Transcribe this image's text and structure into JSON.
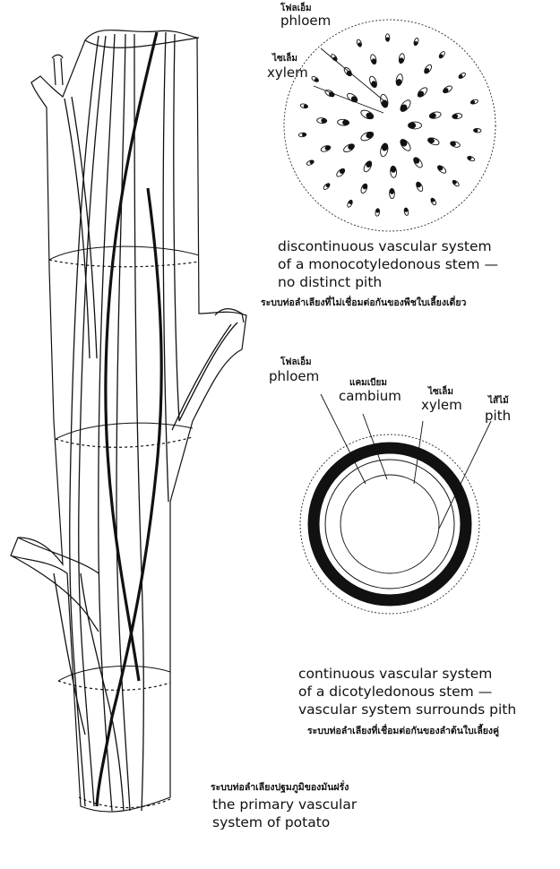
{
  "mono": {
    "phloem_th": "โฟลเอ็ม",
    "phloem": "phloem",
    "xylem_th": "ไซเล็ม",
    "xylem": "xylem",
    "caption": [
      "discontinuous vascular system",
      "of a monocotyledonous stem —",
      "no distinct pith"
    ],
    "caption_th": "ระบบท่อลำเลียงที่ไม่เชื่อมต่อกันของพืชใบเลี้ยงเดี่ยว"
  },
  "dicot": {
    "phloem_th": "โฟลเอ็ม",
    "phloem": "phloem",
    "cambium_th": "แคมเบียม",
    "cambium": "cambium",
    "xylem_th": "ไซเล็ม",
    "xylem": "xylem",
    "pith_th": "ไส้ไม้",
    "pith": "pith",
    "caption": [
      "continuous vascular system",
      "of a dicotyledonous stem —",
      "vascular system surrounds pith"
    ],
    "caption_th": "ระบบท่อลำเลียงที่เชื่อมต่อกันของลำต้นใบเลี้ยงคู่"
  },
  "potato": {
    "caption_th": "ระบบท่อลำเลียงปฐมภูมิของมันฝรั่ง",
    "caption": [
      "the primary vascular",
      "system of potato"
    ]
  },
  "colors": {
    "ink": "#111111",
    "paper": "#ffffff"
  }
}
